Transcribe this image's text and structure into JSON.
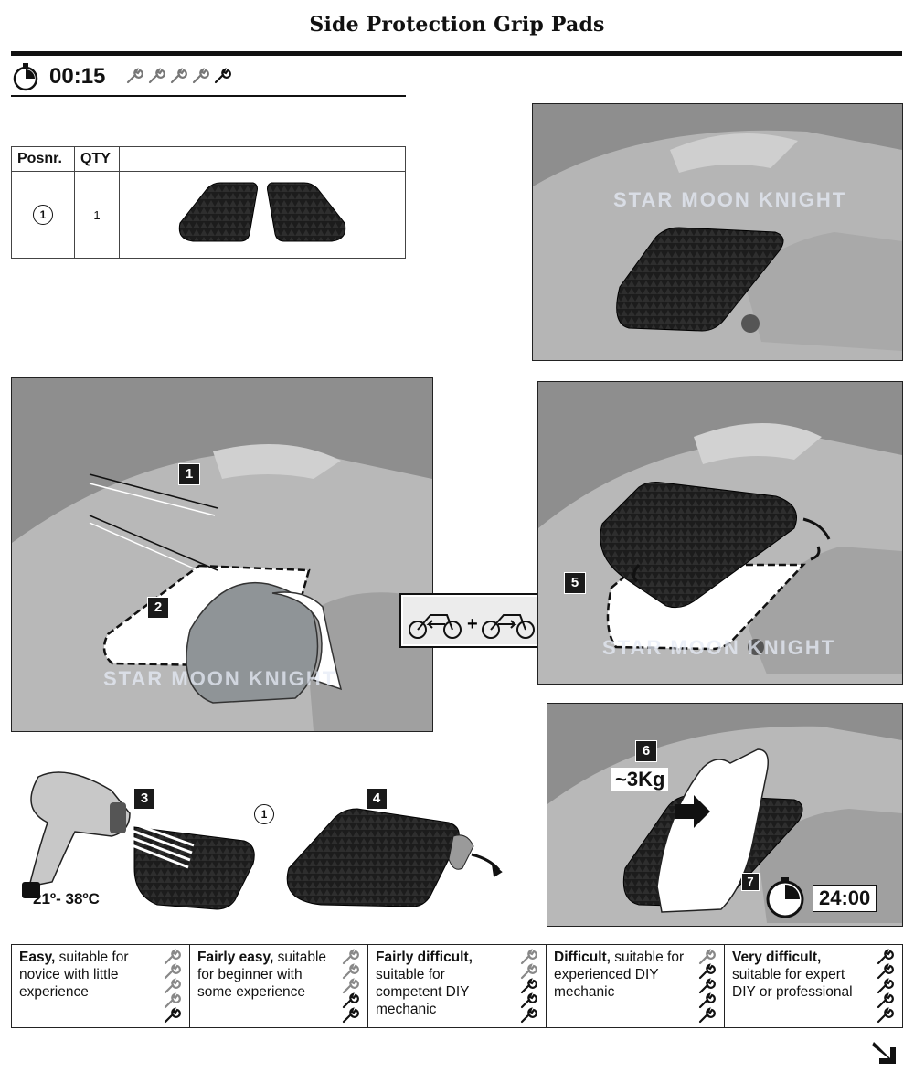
{
  "title": "Side Protection Grip Pads",
  "time": "00:15",
  "parts_table": {
    "headers": [
      "Posnr.",
      "QTY",
      ""
    ],
    "row": {
      "posnr": "1",
      "qty": "1"
    }
  },
  "watermark": "STAR MOON KNIGHT",
  "steps": {
    "s1": "1",
    "s2": "2",
    "s3": "3",
    "s4": "4",
    "s5": "5",
    "s6": "6",
    "s7": "7"
  },
  "part_ref": "1",
  "temperature": "21º- 38ºC",
  "weight": "~3Kg",
  "timer": "24:00",
  "difficulty": [
    {
      "bold": "Easy,",
      "rest": " suitable for novice with little experience",
      "filled": 1
    },
    {
      "bold": "Fairly easy,",
      "rest": " suitable for beginner with some experience",
      "filled": 2
    },
    {
      "bold": "Fairly difficult,",
      "rest": " suitable for competent DIY mechanic",
      "filled": 3
    },
    {
      "bold": "Difficult,",
      "rest": " suitable for experienced DIY mechanic",
      "filled": 4
    },
    {
      "bold": "Very difficult,",
      "rest": " suitable for expert DIY or professional",
      "filled": 5
    }
  ],
  "colors": {
    "panel_gray": "#9a9a9a",
    "pad_black": "#1c1c1c",
    "rule": "#111111"
  }
}
